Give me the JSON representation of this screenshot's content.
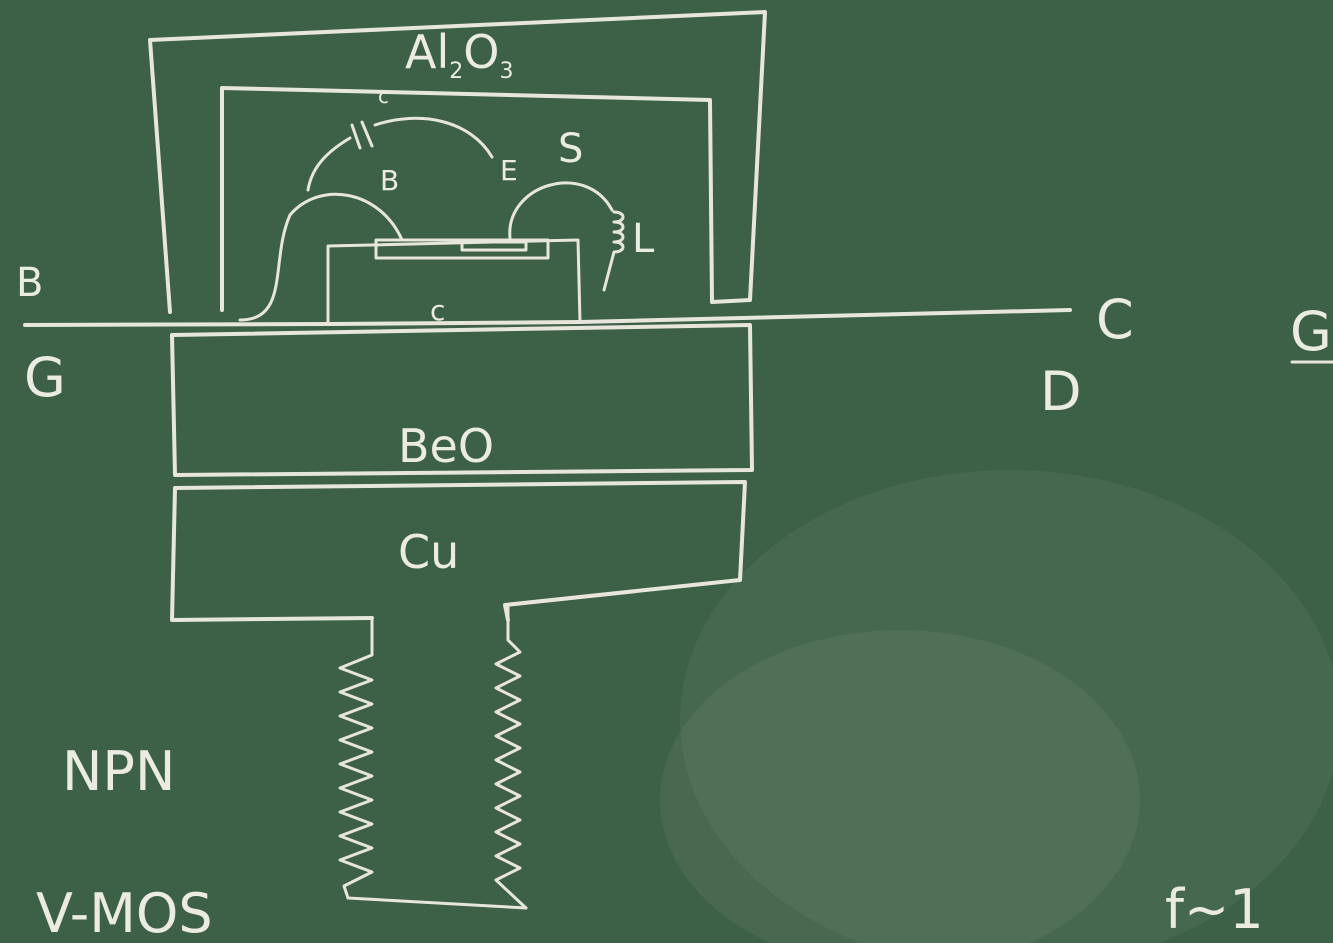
{
  "materials": {
    "al2o3_main": "Al",
    "al2o3_sub1": "2",
    "al2o3_mid": "O",
    "al2o3_sub2": "3",
    "beo": "BeO",
    "cu": "Cu"
  },
  "inner_labels": {
    "capacitor": "c",
    "base_wire": "B",
    "emitter": "E",
    "source": "S",
    "inductor": "L",
    "chip_collector": "c"
  },
  "terminals": {
    "b": "B",
    "g": "G",
    "c": "C",
    "d": "D",
    "g_edge": "G"
  },
  "device_types": {
    "npn": "NPN",
    "vmos": "V-MOS"
  },
  "formula": {
    "text": "f~1"
  },
  "colors": {
    "board": "#3c6146",
    "chalk": "#e8e6dc"
  }
}
